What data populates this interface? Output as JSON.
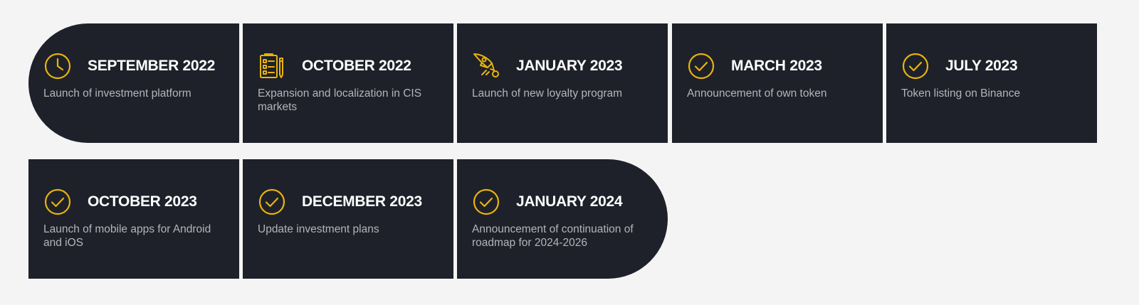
{
  "roadmap": {
    "accent_color": "#e8b30f",
    "card_color": "#1e2129",
    "background_color": "#f4f4f4",
    "items": [
      {
        "title": "SEPTEMBER 2022",
        "text": "Launch of investment platform",
        "icon": "clock-icon"
      },
      {
        "title": "OCTOBER 2022",
        "text": "Expansion and localization in CIS markets",
        "icon": "checklist-icon"
      },
      {
        "title": "JANUARY 2023",
        "text": "Launch of new loyalty program",
        "icon": "rocket-icon"
      },
      {
        "title": "MARCH 2023",
        "text": "Announcement of own token",
        "icon": "check-circle-icon"
      },
      {
        "title": "JULY 2023",
        "text": "Token listing on Binance",
        "icon": "check-circle-icon"
      },
      {
        "title": "OCTOBER 2023",
        "text": "Launch of mobile apps for Android and iOS",
        "icon": "check-circle-icon"
      },
      {
        "title": "DECEMBER 2023",
        "text": "Update investment plans",
        "icon": "check-circle-icon"
      },
      {
        "title": "JANUARY 2024",
        "text": "Announcement of continuation of roadmap for 2024-2026",
        "icon": "check-circle-icon"
      }
    ]
  }
}
